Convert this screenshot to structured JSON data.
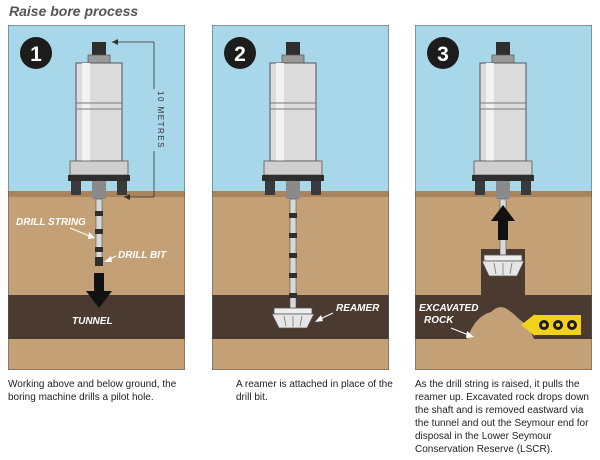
{
  "title": "Raise bore process",
  "steps": [
    {
      "number": "1",
      "labels": {
        "height": "10 METRES",
        "drill_string": "DRILL STRING",
        "drill_bit": "DRILL BIT",
        "tunnel": "TUNNEL"
      },
      "caption": "Working above and below ground, the boring machine drills a pilot hole."
    },
    {
      "number": "2",
      "labels": {
        "reamer": "REAMER"
      },
      "caption": "A reamer is attached in place of the drill bit."
    },
    {
      "number": "3",
      "labels": {
        "excavated_line1": "EXCAVATED",
        "excavated_line2": "ROCK"
      },
      "caption": "As the drill string is raised, it pulls the reamer up. Excavated rock drops down the shaft and is removed eastward via the tunnel and out the Seymour end for disposal in the Lower Seymour Conservation Reserve (LSCR)."
    }
  ],
  "colors": {
    "sky": "#a8d7ea",
    "soil": "#c4a076",
    "tunnel": "#4a3a30",
    "machine": "#dcdcdc",
    "badge": "#1c1c1c"
  }
}
